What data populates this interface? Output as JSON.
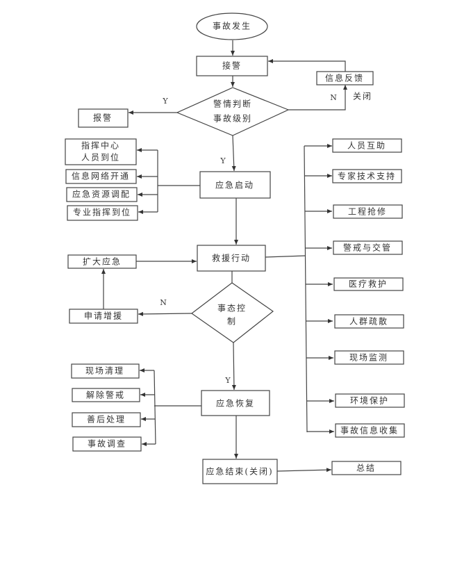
{
  "title": "事故发生",
  "nodes": {
    "receive": "接警",
    "judge_line1": "警情判断",
    "judge_line2": "事故级别",
    "alarm": "报警",
    "feedback": "信息反馈",
    "close": "关闭",
    "start": "应急启动",
    "rescue": "救援行动",
    "expand": "扩大应急",
    "control_line1": "事态控",
    "control_line2": "制",
    "reinforce": "申请增援",
    "recover": "应急恢复",
    "end": "应急结束(关闭)",
    "summary": "总结"
  },
  "labels": {
    "yes": "Y",
    "no": "N"
  },
  "start_actions": [
    "指挥中心",
    "人员到位",
    "信息网络开通",
    "应急资源调配",
    "专业指挥到位"
  ],
  "rescue_actions": [
    "人员互助",
    "专家技术支持",
    "工程抢修",
    "警戒与交管",
    "医疗救护",
    "人群疏散",
    "现场监测",
    "环境保护",
    "事故信息收集"
  ],
  "recover_actions": [
    "现场清理",
    "解除警戒",
    "善后处理",
    "事故调查"
  ]
}
